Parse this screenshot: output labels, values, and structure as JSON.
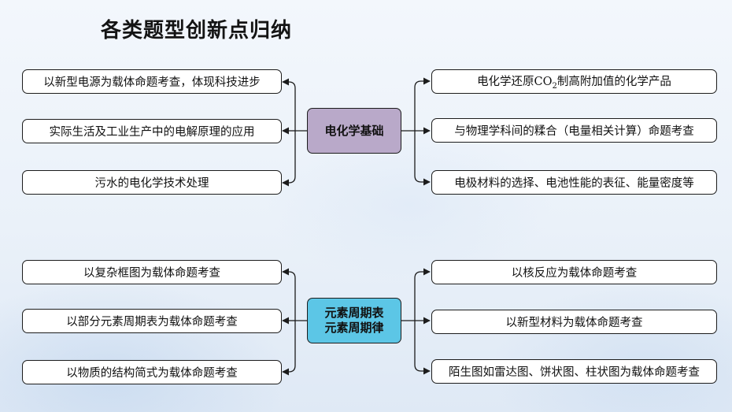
{
  "title": "各类题型创新点归纳",
  "colors": {
    "hub_top_fill": "#b9a9c9",
    "hub_bottom_fill": "#5cc6e6",
    "box_fill": "#ffffff",
    "line": "#1c1c1c"
  },
  "top_group": {
    "hub": "电化学基础",
    "left": [
      "以新型电源为载体命题考查，体现科技进步",
      "实际生活及工业生产中的电解原理的应用",
      "污水的电化学技术处理"
    ],
    "right": [
      {
        "pre": "电化学还原CO",
        "sub": "2",
        "post": "制高附加值的化学产品"
      },
      {
        "pre": "与物理学科间的糅合（电量相关计算）命题考查",
        "sub": "",
        "post": ""
      },
      {
        "pre": "电极材料的选择、电池性能的表征、能量密度等",
        "sub": "",
        "post": ""
      }
    ]
  },
  "bottom_group": {
    "hub_line1": "元素周期表",
    "hub_line2": "元素周期律",
    "left": [
      "以复杂框图为载体命题考查",
      "以部分元素周期表为载体命题考查",
      "以物质的结构简式为载体命题考查"
    ],
    "right": [
      "以核反应为载体命题考查",
      "以新型材料为载体命题考查",
      "陌生图如雷达图、饼状图、柱状图为载体命题考查"
    ]
  }
}
